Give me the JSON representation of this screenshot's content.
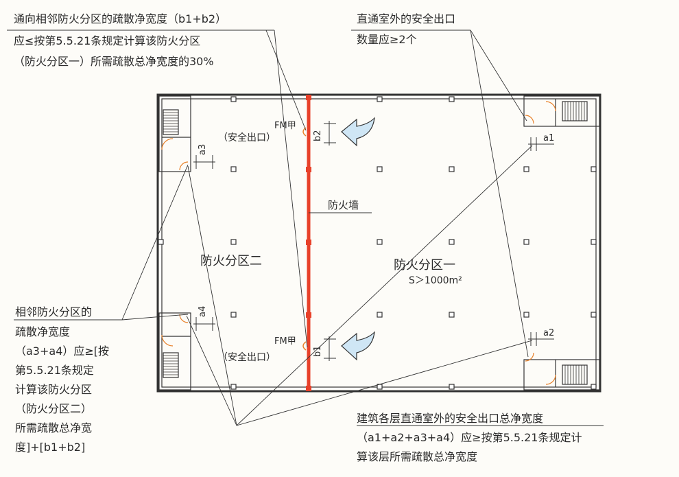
{
  "annotations": {
    "top_left": [
      "通向相邻防火分区的疏散净宽度（b1+b2）",
      "应≤按第5.5.21条规定计算该防火分区",
      "（防火分区一）所需疏散总净宽度的30%"
    ],
    "top_right": [
      "直通室外的安全出口",
      "数量应≥2个"
    ],
    "left": [
      "相邻防火分区的",
      "疏散净宽度",
      "（a3+a4）应≥[按",
      "第5.5.21条规定",
      "计算该防火分区",
      "（防火分区二）",
      "所需疏散总净宽",
      "度]+[b1+b2]"
    ],
    "bottom_right": [
      "建筑各层直通室外的安全出口总净宽度",
      "（a1+a2+a3+a4）应≥按第5.5.21条规定计",
      "算该层所需疏散总净宽度"
    ]
  },
  "plan": {
    "zone_two": "防火分区二",
    "zone_one": "防火分区一",
    "zone_one_area": "S＞1000m²",
    "fire_wall": "防火墙",
    "door_code": "FM甲",
    "exit_label": "（安全出口）",
    "widths": [
      "a1",
      "a2",
      "a3",
      "a4",
      "b1",
      "b2"
    ]
  },
  "colors": {
    "fire_wall": "#e8412a",
    "wall": "#333333",
    "arrow_fill": "#cfe6f5",
    "door": "#e8812a"
  }
}
